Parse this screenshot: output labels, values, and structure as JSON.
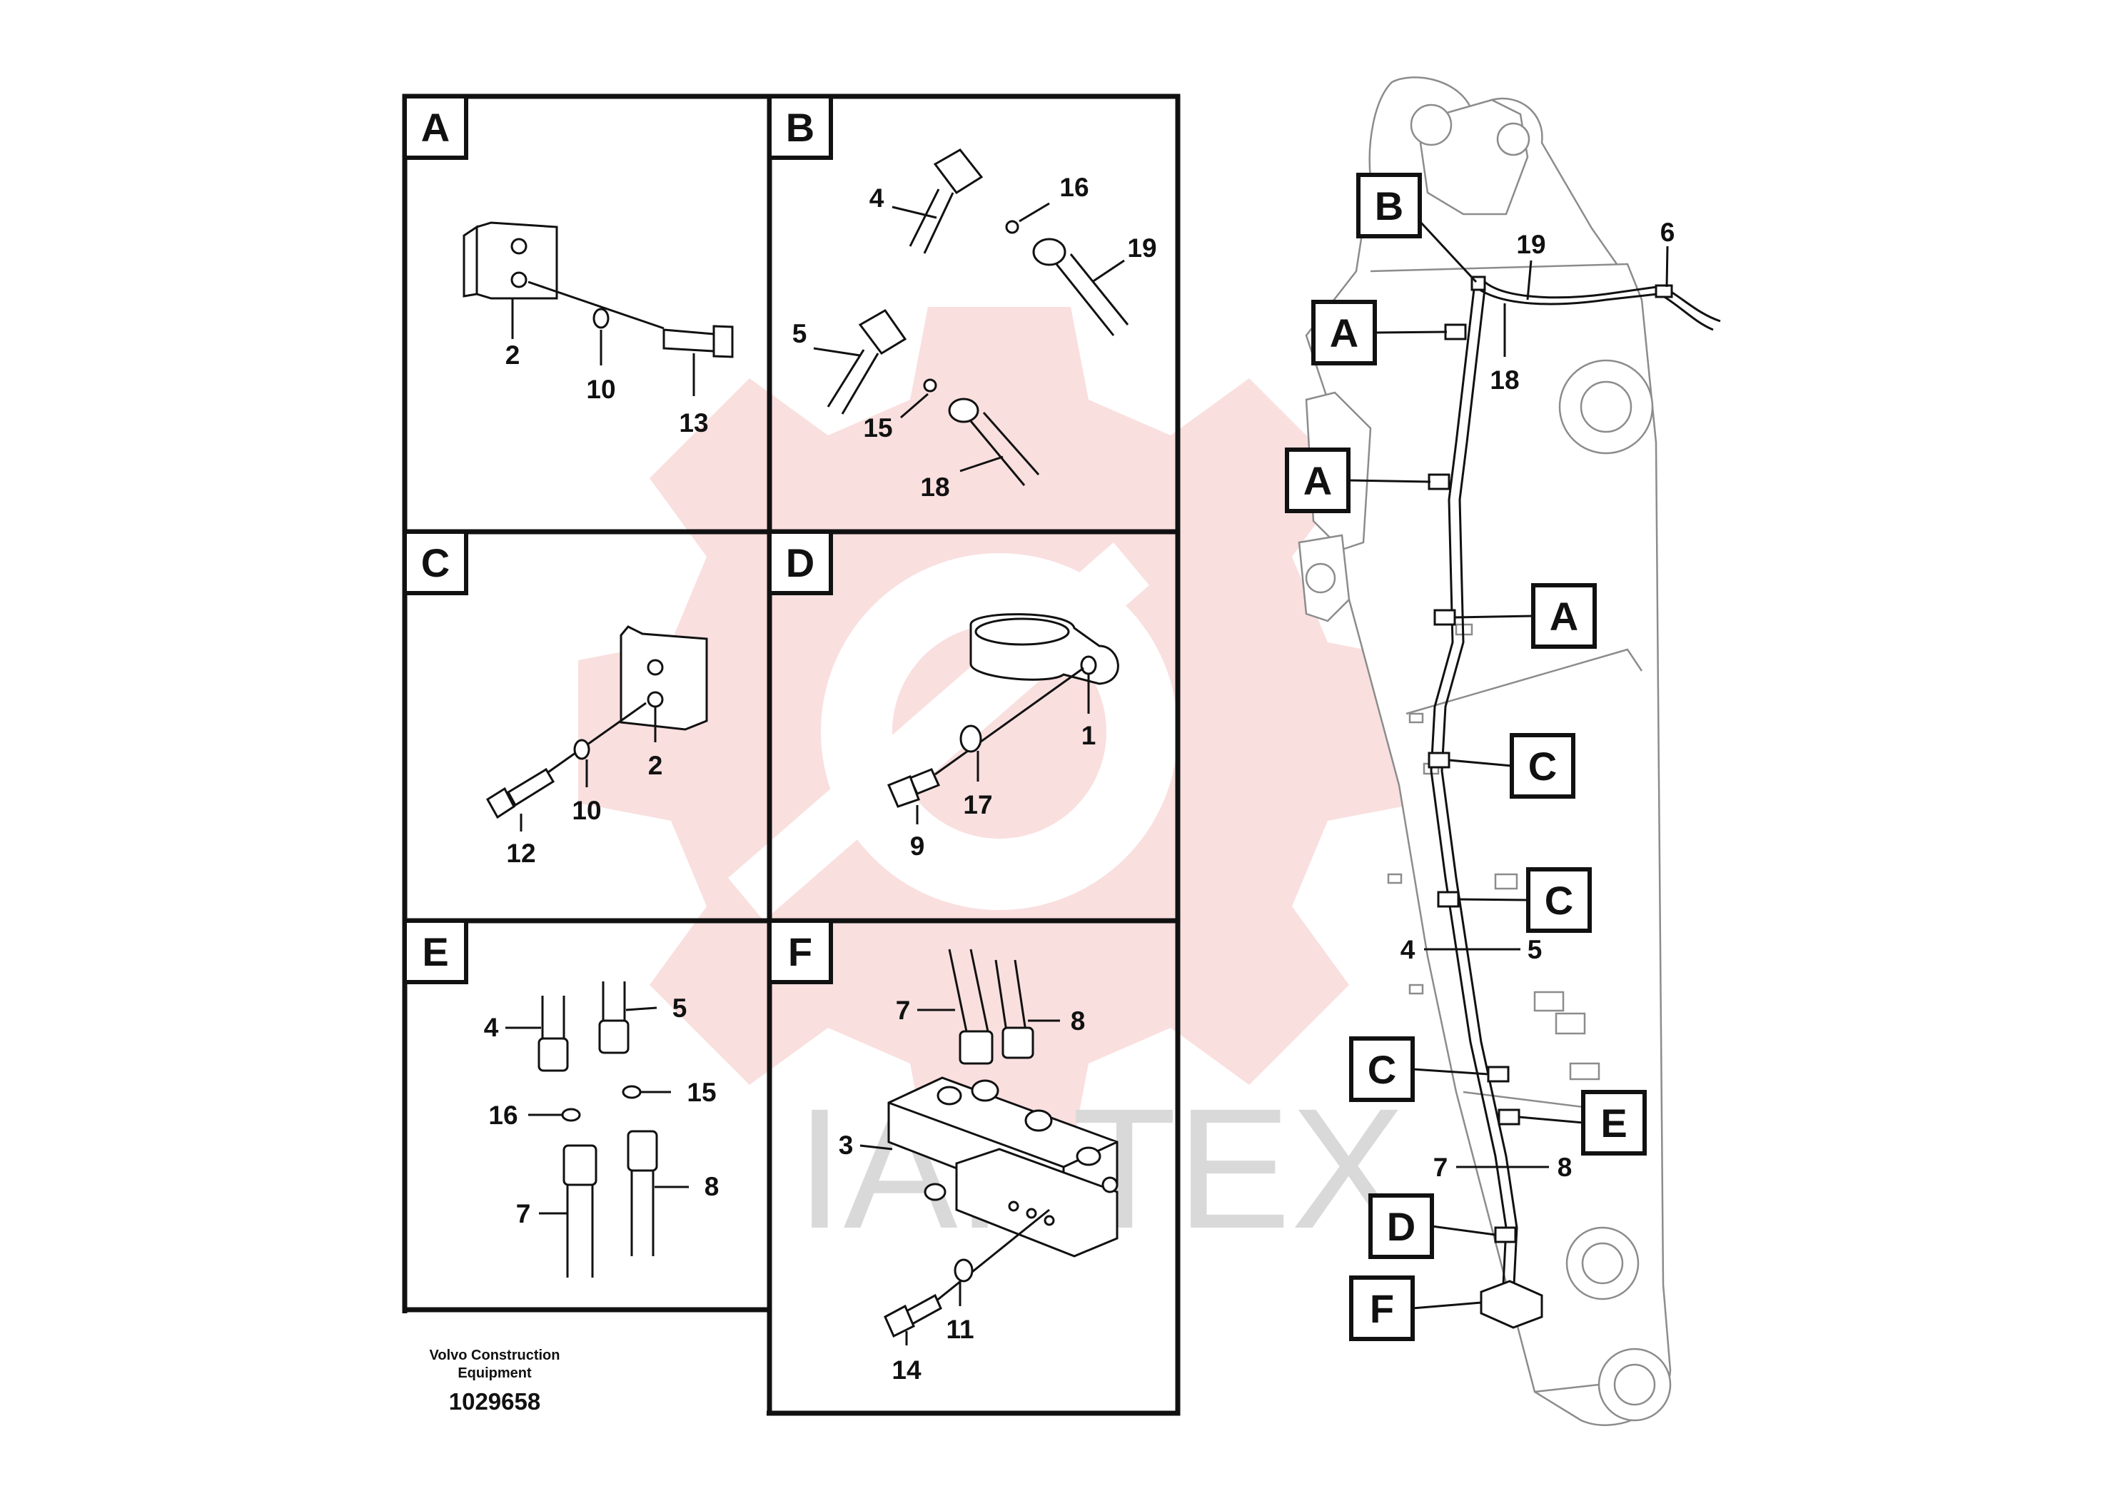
{
  "panels": {
    "A": {
      "caption": "A",
      "labels": [
        "2",
        "10",
        "13"
      ]
    },
    "B": {
      "caption": "B",
      "labels": [
        "4",
        "16",
        "19",
        "5",
        "15",
        "18"
      ]
    },
    "C": {
      "caption": "C",
      "labels": [
        "2",
        "10",
        "12"
      ]
    },
    "D": {
      "caption": "D",
      "labels": [
        "1",
        "17",
        "9"
      ]
    },
    "E": {
      "caption": "E",
      "labels": [
        "4",
        "5",
        "16",
        "15",
        "7",
        "8"
      ]
    },
    "F": {
      "caption": "F",
      "labels": [
        "7",
        "8",
        "3",
        "11",
        "14"
      ]
    }
  },
  "boom": {
    "callouts": [
      "B",
      "A",
      "A",
      "A",
      "C",
      "C",
      "C",
      "E",
      "D",
      "F"
    ],
    "labels": {
      "l19": "19",
      "l6": "6",
      "l18": "18",
      "l4": "4",
      "l5": "5",
      "l7": "7",
      "l8": "8"
    }
  },
  "footer": {
    "company_line1": "Volvo Construction",
    "company_line2": "Equipment",
    "part_number": "1029658"
  },
  "watermark": {
    "text": "IAPTEX",
    "color": "#ef8a8a"
  }
}
